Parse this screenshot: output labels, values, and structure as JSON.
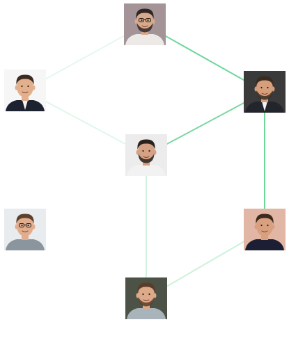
{
  "nodes": [
    {
      "id": "top",
      "bg": "#a59497",
      "hair": "#2f2724",
      "skin": "#d8a98a",
      "shirt": "#ece9e6",
      "glasses": true,
      "beard": true
    },
    {
      "id": "left_upper",
      "bg": "#f6f6f6",
      "hair": "#3b2a1f",
      "skin": "#e3b08e",
      "shirt": "#1d2230",
      "suit": true,
      "glasses": false,
      "beard": false
    },
    {
      "id": "right_upper",
      "bg": "#3a3a3a",
      "hair": "#3a2b22",
      "skin": "#d59f7c",
      "shirt": "#22252c",
      "suit": true,
      "glasses": false,
      "beard": true
    },
    {
      "id": "center",
      "bg": "#ececec",
      "hair": "#2a211d",
      "skin": "#d5a184",
      "shirt": "#f2f2f2",
      "glasses": false,
      "beard": true
    },
    {
      "id": "left_lower",
      "bg": "#e9ecef",
      "hair": "#5b412d",
      "skin": "#e2ad8d",
      "shirt": "#8b959d",
      "glasses": true,
      "beard": false
    },
    {
      "id": "right_lower",
      "bg": "#e2b6a5",
      "hair": "#3c2a20",
      "skin": "#d9a07f",
      "shirt": "#1c1f33",
      "glasses": false,
      "beard": false
    },
    {
      "id": "bottom",
      "bg": "#4d5246",
      "hair": "#5a3d29",
      "skin": "#dca989",
      "shirt": "#a8b4ba",
      "glasses": false,
      "beard": true
    }
  ],
  "edges": [
    {
      "from": "top",
      "to": "right_upper",
      "strength": 0.85
    },
    {
      "from": "top",
      "to": "left_upper",
      "strength": 0.15
    },
    {
      "from": "left_upper",
      "to": "center",
      "strength": 0.18
    },
    {
      "from": "center",
      "to": "right_upper",
      "strength": 0.8
    },
    {
      "from": "right_upper",
      "to": "right_lower",
      "strength": 0.85
    },
    {
      "from": "center",
      "to": "bottom",
      "strength": 0.28
    },
    {
      "from": "bottom",
      "to": "right_lower",
      "strength": 0.3
    }
  ],
  "colors": {
    "edge": "#55d08b",
    "background": "#ffffff"
  }
}
